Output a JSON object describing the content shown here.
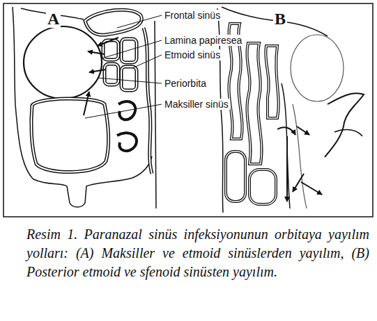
{
  "diagram": {
    "caption": "Resim 1. Paranazal sinüs infeksiyonunun orbitaya yayılım yolları: (A) Maksiller ve etmoid sinüslerden yayılım, (B) Posterior etmoid ve sfenoid sinüsten yayılım.",
    "labels": [
      "A",
      "B",
      "Frontal sinüs",
      "Lamina papiresea",
      "Etmoid sinüs",
      "Periorbita",
      "Maksiller sinüs"
    ]
  }
}
